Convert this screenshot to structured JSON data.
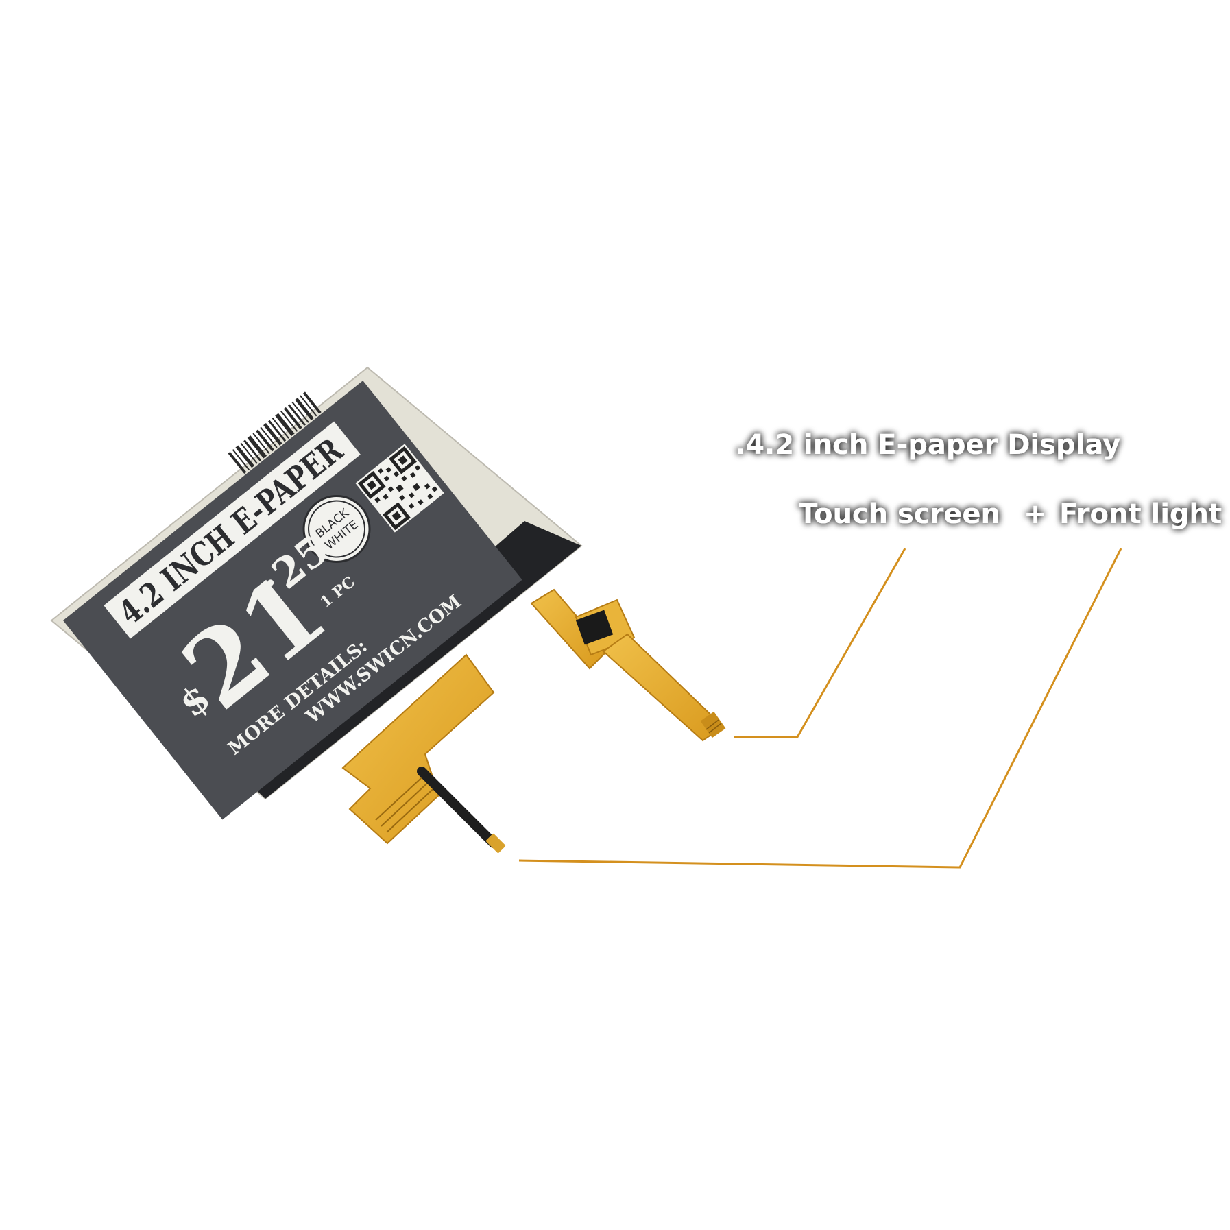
{
  "screen": {
    "title": "4.2 INCH E-PAPER",
    "badge_line1": "BLACK",
    "badge_line2": "WHITE",
    "currency": "$",
    "price_main": "21",
    "price_cents": "25",
    "price_dot": ".",
    "unit": "1 PC",
    "more_details": "MORE DETAILS:",
    "website": "WWW.SWICN.COM"
  },
  "callouts": {
    "display_label": ".4.2 inch E-paper Display",
    "touch_label": "Touch screen",
    "plus": "+",
    "front_light_label": "Front light"
  },
  "colors": {
    "background": "#ffffff",
    "leader_line": "#d4901e",
    "panel_dark": "#4b4d52",
    "panel_frame": "#e3e1d6",
    "fpc": "#e6ad2c",
    "bezel": "#222326"
  }
}
